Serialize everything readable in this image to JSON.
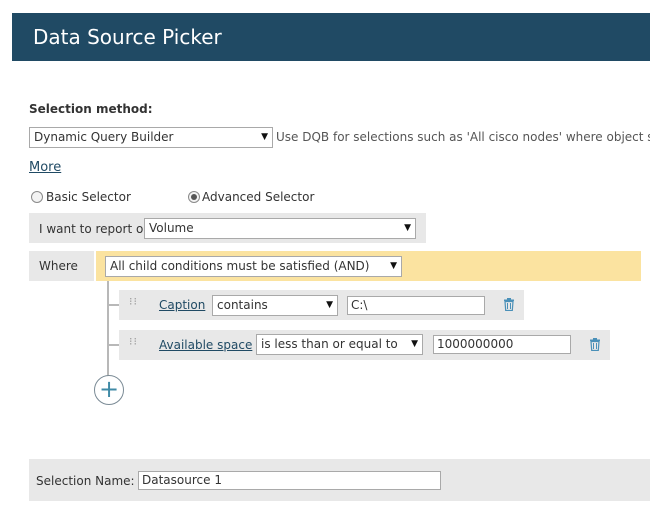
{
  "header": {
    "title": "Data Source Picker"
  },
  "selection_method": {
    "label": "Selection method:",
    "value": "Dynamic Query Builder",
    "hint": "Use DQB for selections such as 'All cisco nodes' where object sel",
    "more_link": "More"
  },
  "selector_mode": {
    "basic_label": "Basic Selector",
    "advanced_label": "Advanced Selector",
    "selected": "Advanced Selector"
  },
  "report_on": {
    "label": "I want to report on",
    "value": "Volume"
  },
  "where": {
    "label": "Where",
    "condition_mode": "All child conditions must be satisfied (AND)"
  },
  "conditions": [
    {
      "field": "Caption",
      "operator": "contains",
      "value": "C:\\"
    },
    {
      "field": "Available space",
      "operator": "is less than or equal to",
      "value": "1000000000"
    }
  ],
  "selection_name": {
    "label": "Selection Name:",
    "value": "Datasource 1"
  },
  "icons": {
    "dropdown": "chevron-down-icon",
    "delete": "trash-icon",
    "drag": "drag-handle-icon",
    "add": "plus-circle-icon"
  },
  "colors": {
    "header_bg": "#204a64",
    "where_bar": "#fbe3a0",
    "panel_bg": "#e8e8e8",
    "trash_icon": "#4a90b8"
  }
}
